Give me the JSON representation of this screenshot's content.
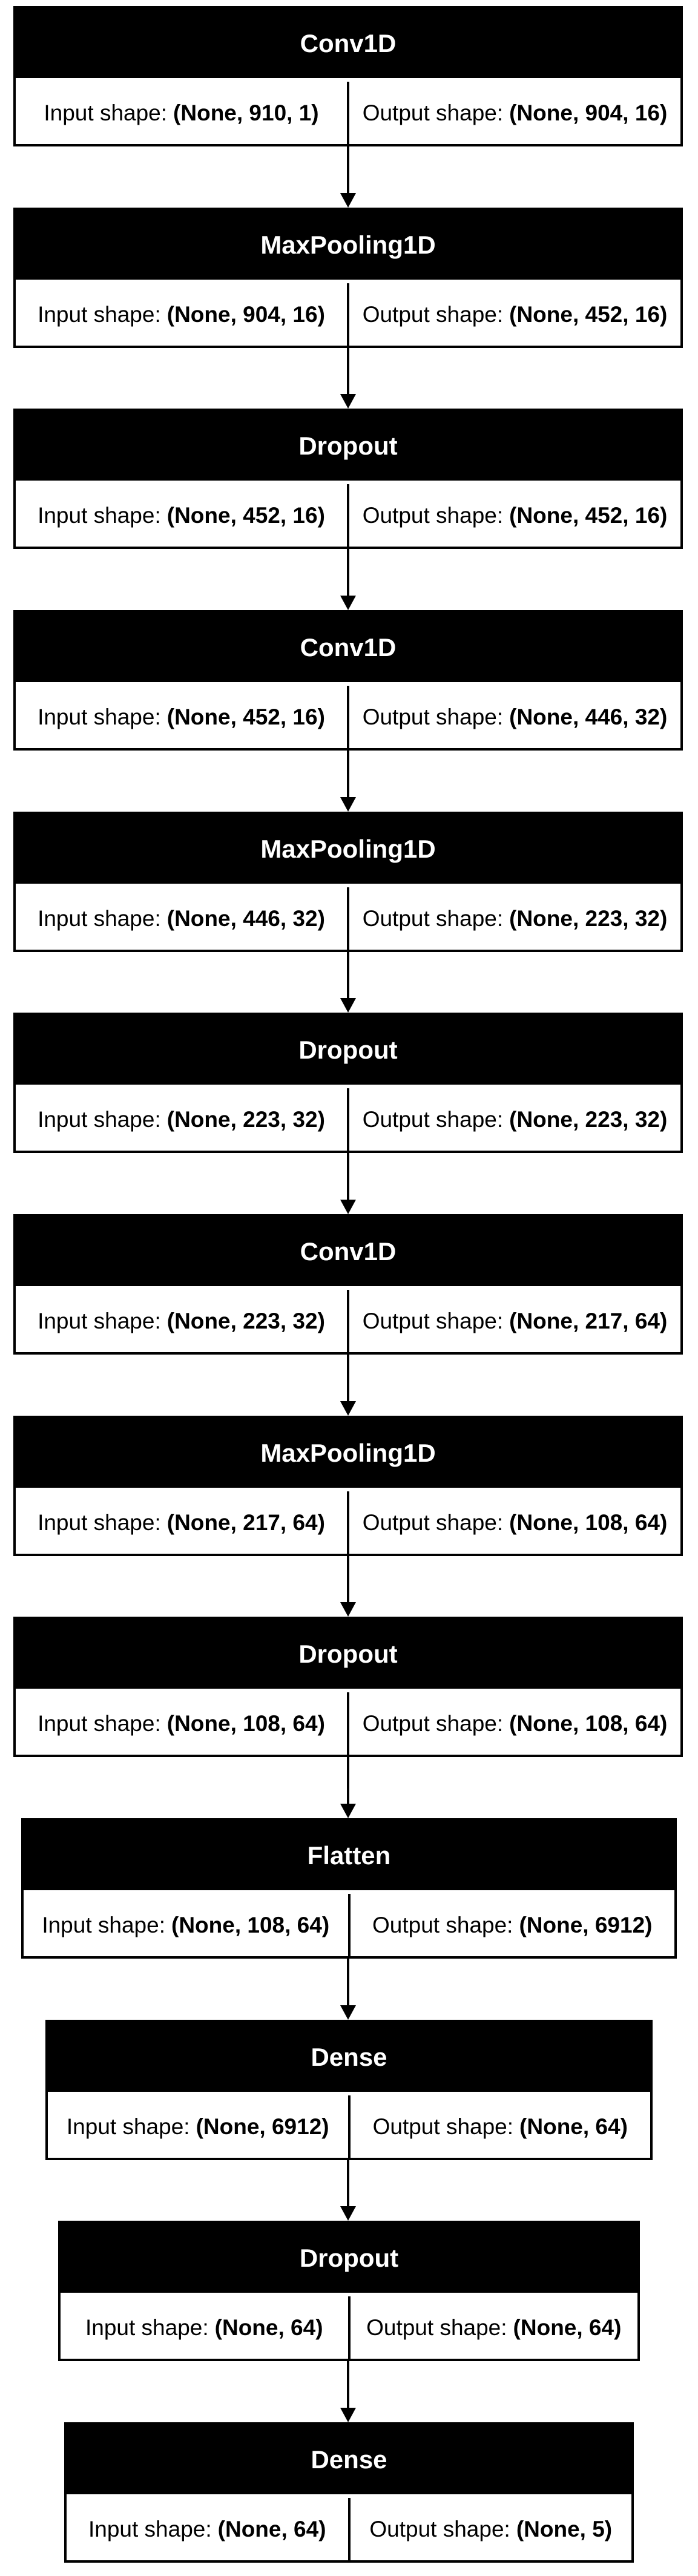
{
  "diagram": {
    "layers": [
      {
        "name": "Conv1D",
        "input_label": "Input shape:",
        "input_shape": "(None, 910, 1)",
        "output_label": "Output shape:",
        "output_shape": "(None, 904, 16)"
      },
      {
        "name": "MaxPooling1D",
        "input_label": "Input shape:",
        "input_shape": "(None, 904, 16)",
        "output_label": "Output shape:",
        "output_shape": "(None, 452, 16)"
      },
      {
        "name": "Dropout",
        "input_label": "Input shape:",
        "input_shape": "(None, 452, 16)",
        "output_label": "Output shape:",
        "output_shape": "(None, 452, 16)"
      },
      {
        "name": "Conv1D",
        "input_label": "Input shape:",
        "input_shape": "(None, 452, 16)",
        "output_label": "Output shape:",
        "output_shape": "(None, 446, 32)"
      },
      {
        "name": "MaxPooling1D",
        "input_label": "Input shape:",
        "input_shape": "(None, 446, 32)",
        "output_label": "Output shape:",
        "output_shape": "(None, 223, 32)"
      },
      {
        "name": "Dropout",
        "input_label": "Input shape:",
        "input_shape": "(None, 223, 32)",
        "output_label": "Output shape:",
        "output_shape": "(None, 223, 32)"
      },
      {
        "name": "Conv1D",
        "input_label": "Input shape:",
        "input_shape": "(None, 223, 32)",
        "output_label": "Output shape:",
        "output_shape": "(None, 217, 64)"
      },
      {
        "name": "MaxPooling1D",
        "input_label": "Input shape:",
        "input_shape": "(None, 217, 64)",
        "output_label": "Output shape:",
        "output_shape": "(None, 108, 64)"
      },
      {
        "name": "Dropout",
        "input_label": "Input shape:",
        "input_shape": "(None, 108, 64)",
        "output_label": "Output shape:",
        "output_shape": "(None, 108, 64)"
      },
      {
        "name": "Flatten",
        "input_label": "Input shape:",
        "input_shape": "(None, 108, 64)",
        "output_label": "Output shape:",
        "output_shape": "(None, 6912)"
      },
      {
        "name": "Dense",
        "input_label": "Input shape:",
        "input_shape": "(None, 6912)",
        "output_label": "Output shape:",
        "output_shape": "(None, 64)"
      },
      {
        "name": "Dropout",
        "input_label": "Input shape:",
        "input_shape": "(None, 64)",
        "output_label": "Output shape:",
        "output_shape": "(None, 64)"
      },
      {
        "name": "Dense",
        "input_label": "Input shape:",
        "input_shape": "(None, 64)",
        "output_label": "Output shape:",
        "output_shape": "(None, 5)"
      }
    ]
  }
}
